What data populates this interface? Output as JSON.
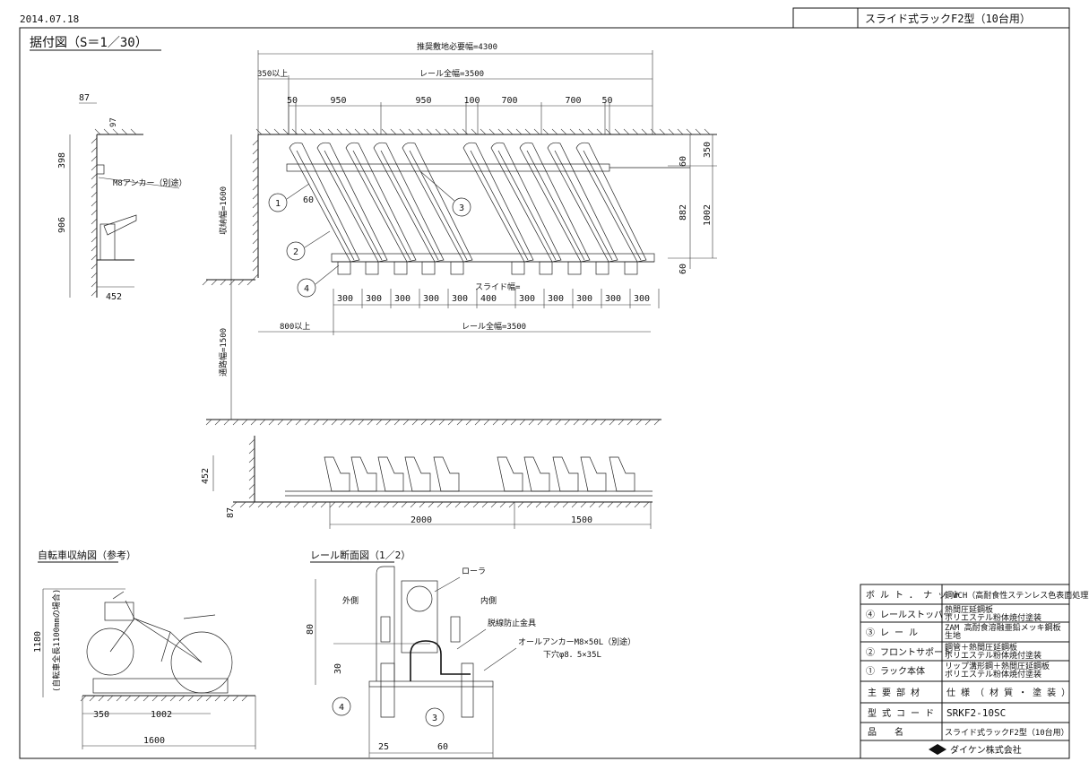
{
  "header": {
    "date": "2014.07.18",
    "title": "スライド式ラックF2型（10台用）"
  },
  "main_view": {
    "label": "据付図（S＝1／30）",
    "dims_top": {
      "total": "推奨敷地必要幅=4300",
      "clearance_left": "350以上",
      "rail_total": "レール全幅=3500",
      "segments": [
        "50",
        "950",
        "950",
        "100",
        "700",
        "700",
        "50"
      ]
    },
    "dims_right": [
      "60",
      "350",
      "882",
      "1002",
      "60"
    ],
    "left_labels": {
      "rack_depth": "収納幅=1600",
      "aisle": "通路幅=1500"
    },
    "pitch": [
      "300",
      "300",
      "300",
      "300",
      "300",
      "400",
      "300",
      "300",
      "300",
      "300",
      "300"
    ],
    "slide_label": "スライド幅=",
    "dims_bottom": {
      "left_clear": "800以上",
      "rail_total": "レール全幅=3500"
    },
    "callouts": [
      "1",
      "60",
      "2",
      "3",
      "4"
    ]
  },
  "side_view": {
    "dims": [
      "87",
      "97",
      "398",
      "906",
      "452"
    ],
    "anchor_label": "M8アンカー（別途）"
  },
  "elevation": {
    "dims": [
      "452",
      "87",
      "2000",
      "1500"
    ]
  },
  "bicycle_view": {
    "label": "自転車収納図（参考）",
    "height": "1180",
    "note": "(自転車全長1100mmの場合)",
    "dims": [
      "350",
      "1002",
      "1600"
    ]
  },
  "section_view": {
    "label": "レール断面図（1／2）",
    "roller": "ローラ",
    "outer": "外側",
    "inner": "内側",
    "lift_guard": "脱線防止金具",
    "anchor": "オールアンカーM8×50L（別途）",
    "hole": "下穴φ8．5×35L",
    "dims": [
      "80",
      "30",
      "25",
      "60"
    ],
    "callouts": [
      "4",
      "3"
    ]
  },
  "title_block": {
    "rows": [
      {
        "part": "ボ ル ト ． ナ ッ ト",
        "spec1": "鋼WCH（高耐食性ステンレス色表面処理）",
        "spec2": ""
      },
      {
        "part": "④ レールストッパー",
        "spec1": "熱間圧延鋼板",
        "spec2": "ポリエステル粉体焼付塗装"
      },
      {
        "part": "③ レ ー ル",
        "spec1": "ZAM 高耐食溶融亜鉛メッキ鋼板",
        "spec2": "生地"
      },
      {
        "part": "② フロントサポート",
        "spec1": "鋼管＋熱間圧延鋼板",
        "spec2": "ポリエステル粉体焼付塗装"
      },
      {
        "part": "① ラック本体",
        "spec1": "リップ溝形鋼＋熱間圧延鋼板",
        "spec2": "ポリエステル粉体焼付塗装"
      }
    ],
    "header_part": "主 要 部 材",
    "header_spec": "仕 様 （ 材 質 ・ 塗 装 ）",
    "code_label": "型 式 コ ー ド",
    "code_value": "SRKF2-10SC",
    "name_label": "品　　名",
    "name_value": "スライド式ラックF2型（10台用）",
    "company": "ダイケン株式会社"
  }
}
